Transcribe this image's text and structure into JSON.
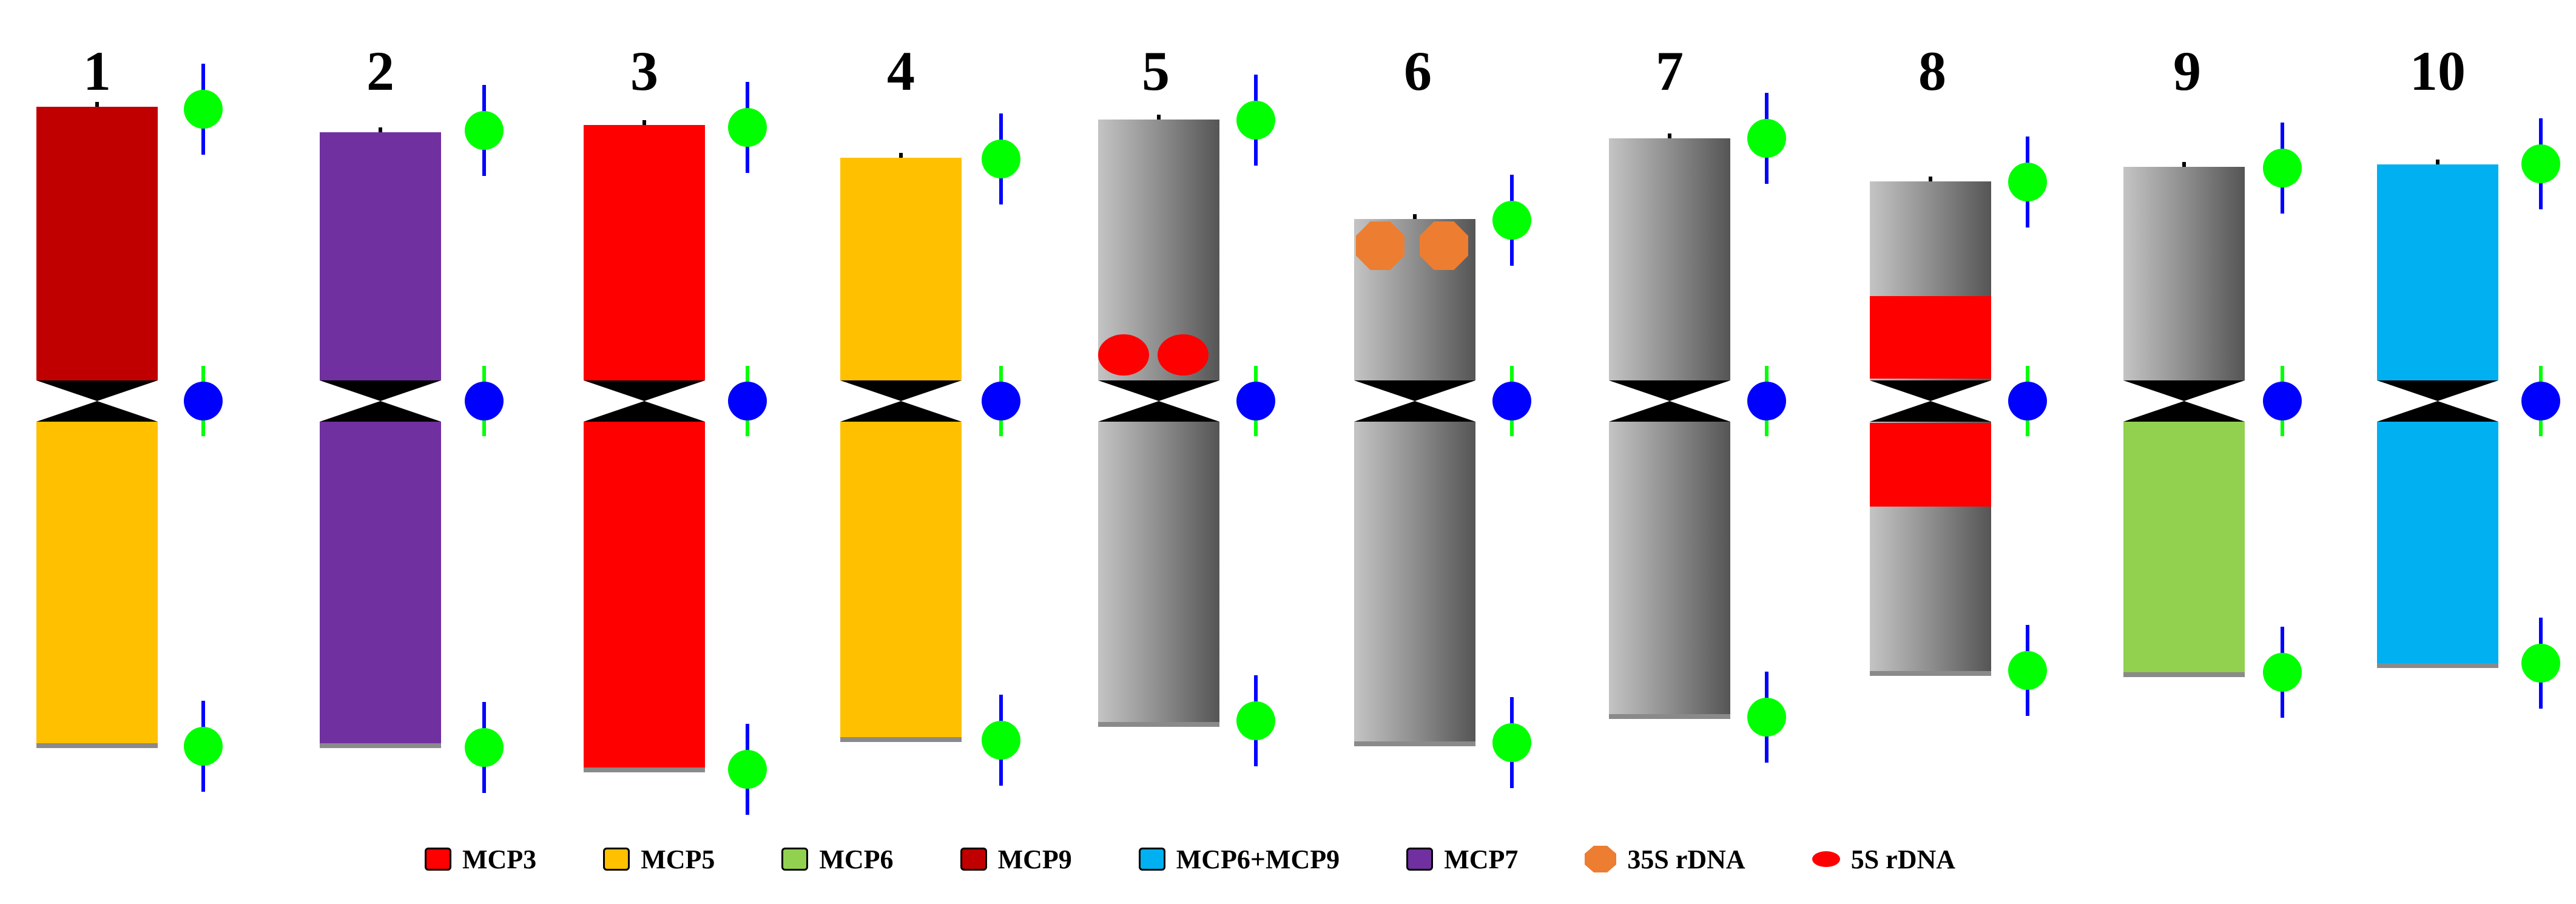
{
  "colors": {
    "MCP3": "#ff0000",
    "MCP5": "#ffc000",
    "MCP6": "#92d050",
    "MCP9": "#c00000",
    "MCP6+MCP9": "#00b0f0",
    "MCP7": "#7030a0",
    "35S": "#ed7d31",
    "5S": "#ff0000",
    "signal_green": "#00ff00",
    "signal_blue": "#0000ff"
  },
  "chromosomes": [
    {
      "label": "1",
      "short_arm": "MCP9",
      "long_arm": "MCP5"
    },
    {
      "label": "2",
      "short_arm": "MCP7",
      "long_arm": "MCP7"
    },
    {
      "label": "3",
      "short_arm": "MCP3",
      "long_arm": "MCP3"
    },
    {
      "label": "4",
      "short_arm": "MCP5",
      "long_arm": "MCP5"
    },
    {
      "label": "5",
      "short_arm": "gray",
      "long_arm": "gray",
      "marker": "5S rDNA"
    },
    {
      "label": "6",
      "short_arm": "gray",
      "long_arm": "gray",
      "marker": "35S rDNA"
    },
    {
      "label": "7",
      "short_arm": "gray",
      "long_arm": "gray"
    },
    {
      "label": "8",
      "short_arm": "gray",
      "long_arm": "gray",
      "bands": "MCP3 flanking centromere"
    },
    {
      "label": "9",
      "short_arm": "gray",
      "long_arm": "MCP6"
    },
    {
      "label": "10",
      "short_arm": "MCP6+MCP9",
      "long_arm": "MCP6+MCP9"
    }
  ],
  "legend": [
    {
      "label": "MCP3",
      "symbol": "square",
      "color": "#ff0000"
    },
    {
      "label": "MCP5",
      "symbol": "square",
      "color": "#ffc000"
    },
    {
      "label": "MCP6",
      "symbol": "square",
      "color": "#92d050"
    },
    {
      "label": "MCP9",
      "symbol": "square",
      "color": "#c00000"
    },
    {
      "label": "MCP6+MCP9",
      "symbol": "square",
      "color": "#00b0f0"
    },
    {
      "label": "MCP7",
      "symbol": "square",
      "color": "#7030a0"
    },
    {
      "label": "35S rDNA",
      "symbol": "octagon",
      "color": "#ed7d31"
    },
    {
      "label": "5S rDNA",
      "symbol": "ellipse",
      "color": "#ff0000"
    }
  ]
}
